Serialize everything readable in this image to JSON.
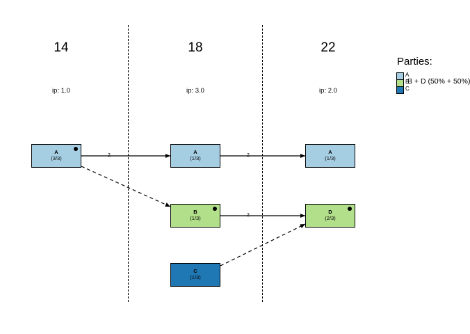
{
  "columns": [
    {
      "title": "14",
      "ip": "ip: 1.0"
    },
    {
      "title": "18",
      "ip": "ip: 3.0"
    },
    {
      "title": "22",
      "ip": "ip: 2.0"
    }
  ],
  "nodes": [
    {
      "id": "a1",
      "name": "A",
      "fraction": "(3/3)",
      "color": "#A6CEE3",
      "marker": true
    },
    {
      "id": "a2",
      "name": "A",
      "fraction": "(1/3)",
      "color": "#A6CEE3",
      "marker": false
    },
    {
      "id": "a3",
      "name": "A",
      "fraction": "(1/3)",
      "color": "#A6CEE3",
      "marker": false
    },
    {
      "id": "b1",
      "name": "B",
      "fraction": "(1/3)",
      "color": "#B2DF8A",
      "marker": true
    },
    {
      "id": "d1",
      "name": "D",
      "fraction": "(2/3)",
      "color": "#B2DF8A",
      "marker": true
    },
    {
      "id": "c1",
      "name": "C",
      "fraction": "(1/3)",
      "color": "#1F78B4",
      "marker": false
    }
  ],
  "edges": [
    {
      "from": "a1",
      "to": "a2",
      "label": "2",
      "style": "solid"
    },
    {
      "from": "a2",
      "to": "a3",
      "label": "2",
      "style": "solid"
    },
    {
      "from": "b1",
      "to": "d1",
      "label": "2",
      "style": "solid"
    },
    {
      "from": "a1",
      "to": "b1",
      "label": "",
      "style": "dashed"
    },
    {
      "from": "c1",
      "to": "d1",
      "label": "",
      "style": "dashed"
    }
  ],
  "legend": {
    "title": "Parties:",
    "keys": [
      {
        "label": "A",
        "color": "#A6CEE3"
      },
      {
        "label": "B",
        "color": "#B2DF8A"
      },
      {
        "label": "C",
        "color": "#1F78B4"
      }
    ],
    "caption": "B + D (50% + 50%)"
  }
}
